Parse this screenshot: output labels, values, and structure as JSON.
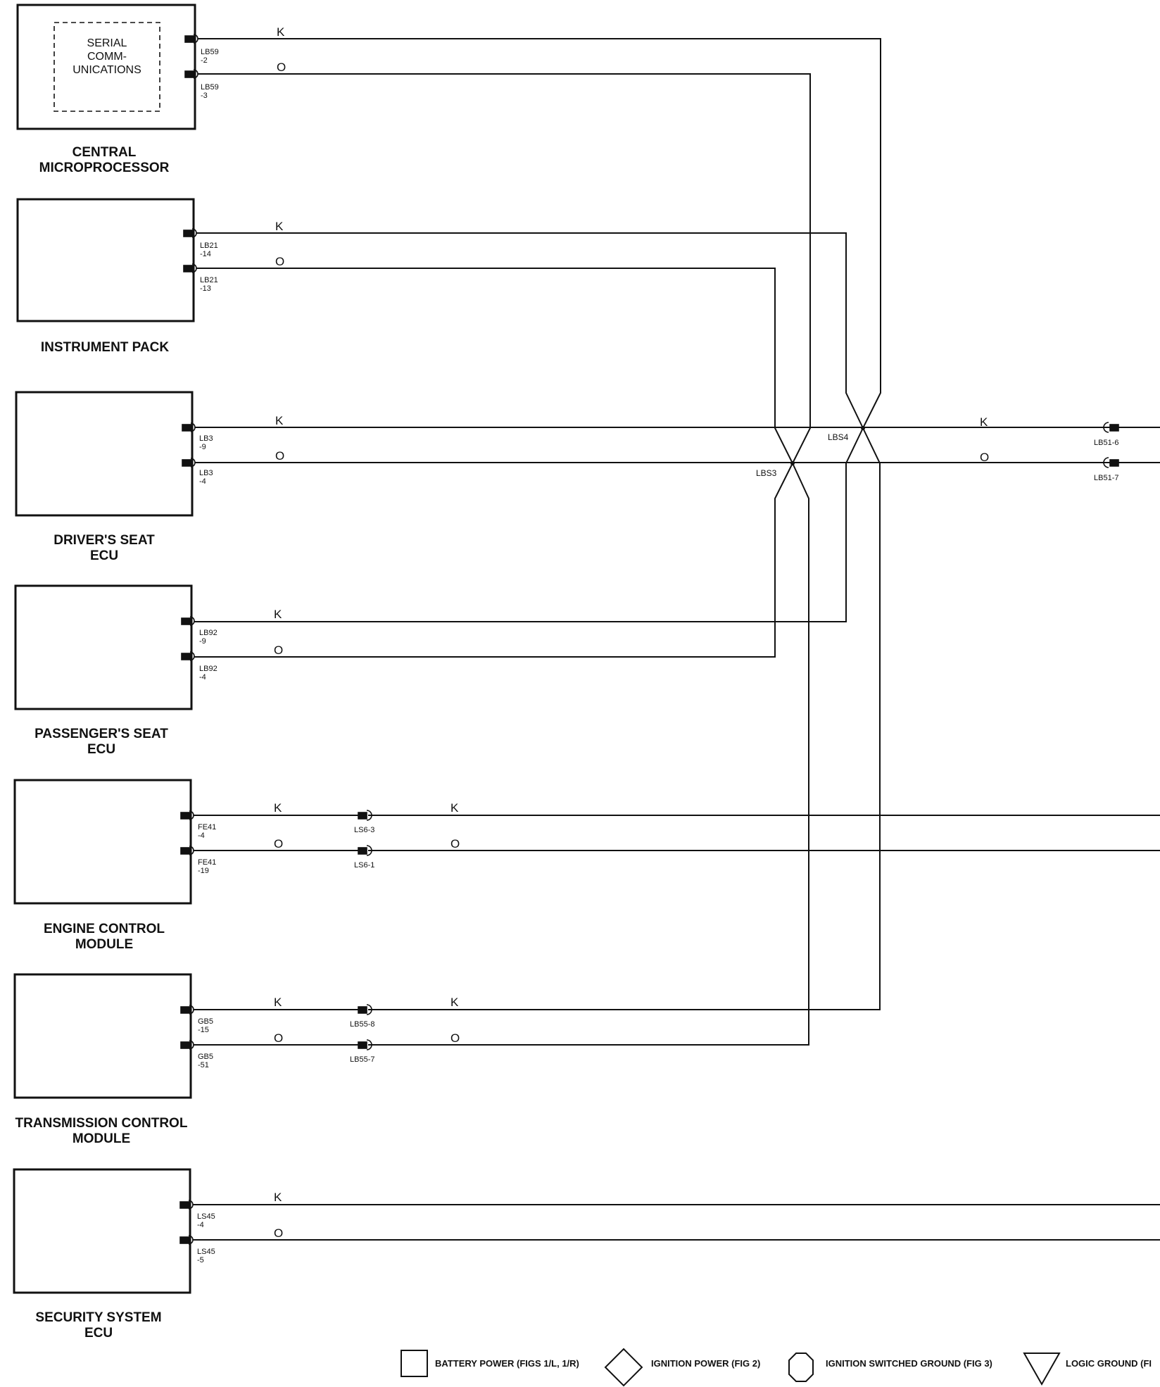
{
  "modules": [
    {
      "name": "CENTRAL MICROPROCESSOR",
      "lines": [
        "CENTRAL",
        "MICROPROCESSOR"
      ],
      "inner": [
        "SERIAL",
        "COMM-",
        "UNICATIONS"
      ],
      "pins": [
        [
          "LB59",
          "-2"
        ],
        [
          "LB59",
          "-3"
        ]
      ]
    },
    {
      "name": "INSTRUMENT PACK",
      "lines": [
        "INSTRUMENT PACK"
      ],
      "pins": [
        [
          "LB21",
          "-14"
        ],
        [
          "LB21",
          "-13"
        ]
      ]
    },
    {
      "name": "DRIVER'S SEAT ECU",
      "lines": [
        "DRIVER'S SEAT",
        "ECU"
      ],
      "pins": [
        [
          "LB3",
          "-9"
        ],
        [
          "LB3",
          "-4"
        ]
      ]
    },
    {
      "name": "PASSENGER'S SEAT ECU",
      "lines": [
        "PASSENGER'S SEAT",
        "ECU"
      ],
      "pins": [
        [
          "LB92",
          "-9"
        ],
        [
          "LB92",
          "-4"
        ]
      ]
    },
    {
      "name": "ENGINE CONTROL MODULE",
      "lines": [
        "ENGINE  CONTROL",
        "MODULE"
      ],
      "pins": [
        [
          "FE41",
          "-4"
        ],
        [
          "FE41",
          "-19"
        ]
      ]
    },
    {
      "name": "TRANSMISSION CONTROL MODULE",
      "lines": [
        "TRANSMISSION  CONTROL",
        "MODULE"
      ],
      "pins": [
        [
          "GB5",
          "-15"
        ],
        [
          "GB5",
          "-51"
        ]
      ]
    },
    {
      "name": "SECURITY SYSTEM ECU",
      "lines": [
        "SECURITY SYSTEM",
        "ECU"
      ],
      "pins": [
        [
          "LS45",
          "-4"
        ],
        [
          "LS45",
          "-5"
        ]
      ]
    }
  ],
  "wire_colors": {
    "k": "K",
    "o": "O"
  },
  "inline_connectors": {
    "engine": [
      "LS6-3",
      "LS6-1"
    ],
    "transmission": [
      "LB55-8",
      "LB55-7"
    ],
    "right": [
      "LB51-6",
      "LB51-7"
    ]
  },
  "splices": {
    "lbs3": "LBS3",
    "lbs4": "LBS4"
  },
  "legend": [
    {
      "symbol": "square-icon",
      "label": "BATTERY POWER (FIGS 1/L, 1/R)"
    },
    {
      "symbol": "diamond-icon",
      "label": "IGNITION POWER (FIG 2)"
    },
    {
      "symbol": "octagon-icon",
      "label": "IGNITION SWITCHED GROUND (FIG 3)"
    },
    {
      "symbol": "triangle-icon",
      "label": "LOGIC GROUND (FI"
    }
  ]
}
